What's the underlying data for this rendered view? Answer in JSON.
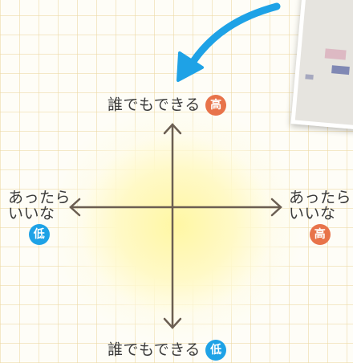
{
  "axis_labels": {
    "top": "誰でもできる",
    "bottom": "誰でもできる",
    "left_line1": "あったら",
    "left_line2": "いいな",
    "right_line1": "あったら",
    "right_line2": "いいな"
  },
  "badges": {
    "top": "高",
    "bottom": "低",
    "left": "低",
    "right": "高"
  },
  "colors": {
    "high": "#e8734a",
    "low": "#1ea2e6",
    "arrow_blue": "#1ea2e6",
    "axis": "#6b5e52"
  }
}
